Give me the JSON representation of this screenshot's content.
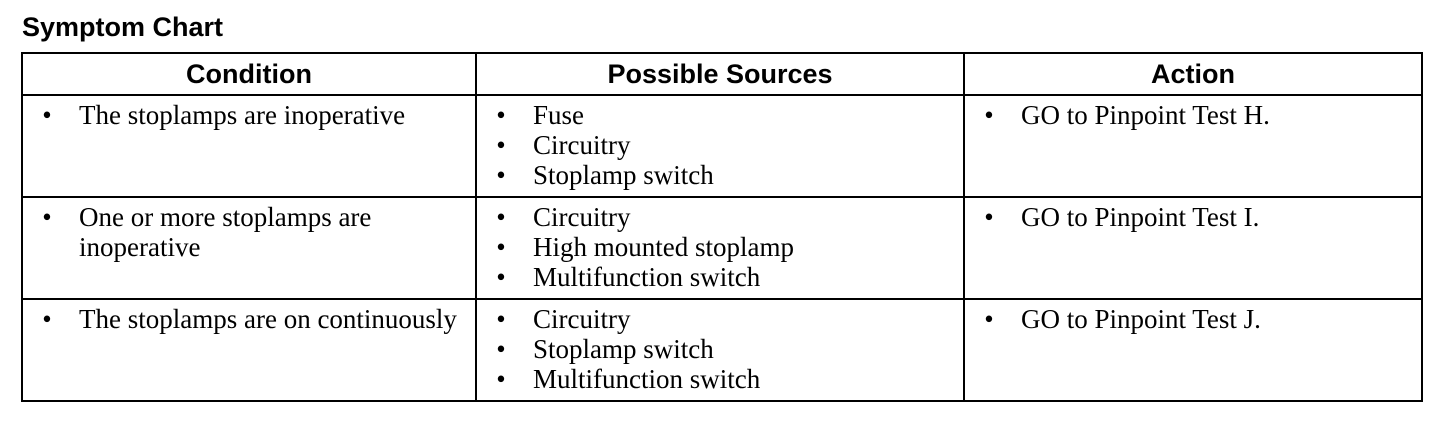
{
  "title": "Symptom Chart",
  "headers": {
    "condition": "Condition",
    "sources": "Possible Sources",
    "action": "Action"
  },
  "bullet": "•",
  "rows": [
    {
      "condition": "The stoplamps are inoperative",
      "sources": [
        "Fuse",
        "Circuitry",
        "Stoplamp switch"
      ],
      "action": "GO to Pinpoint Test H."
    },
    {
      "condition": "One or more stoplamps are inoperative",
      "sources": [
        "Circuitry",
        "High mounted stoplamp",
        "Multifunction switch"
      ],
      "action": "GO to Pinpoint Test I."
    },
    {
      "condition": "The stoplamps are on continuously",
      "sources": [
        "Circuitry",
        "Stoplamp switch",
        "Multifunction switch"
      ],
      "action": "GO to Pinpoint Test J."
    }
  ]
}
